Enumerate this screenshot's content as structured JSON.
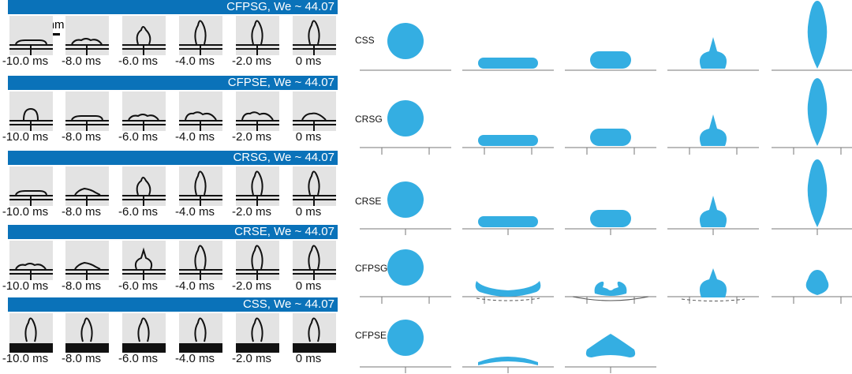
{
  "scale_bar_label": "2 mm",
  "time_labels": [
    "-10.0 ms",
    "-8.0 ms",
    "-6.0 ms",
    "-4.0 ms",
    "-2.0 ms",
    "0 ms"
  ],
  "experiment_panels": [
    {
      "title": "CFPSG, We ~ 44.07",
      "base": "double",
      "shapes": [
        "flat-puddle",
        "flat-ridge",
        "tall-blob",
        "tall-column",
        "tall-column",
        "tall-column"
      ]
    },
    {
      "title": "CFPSE, We ~ 44.07",
      "base": "double",
      "shapes": [
        "dome",
        "flat-puddle",
        "flat-ridge",
        "wavy",
        "wavy",
        "mound"
      ]
    },
    {
      "title": "CRSG, We ~ 44.07",
      "base": "double",
      "shapes": [
        "flat-puddle",
        "small-bump",
        "tall-blob",
        "tall-column",
        "tall-column",
        "tall-column"
      ]
    },
    {
      "title": "CRSE, We ~ 44.07",
      "base": "double",
      "shapes": [
        "flat-ridge",
        "small-bump",
        "peak",
        "tall-column",
        "tall-column",
        "tall-column"
      ]
    },
    {
      "title": "CSS, We ~ 44.07",
      "base": "solid",
      "shapes": [
        "tall-column",
        "tall-column",
        "tall-column",
        "tall-column",
        "tall-column",
        "tall-column"
      ]
    }
  ],
  "simulation_rows": [
    {
      "label": "CSS",
      "surface": "plain",
      "frames": [
        "sphere",
        "pancake",
        "rounded-slab",
        "onion",
        "jet"
      ]
    },
    {
      "label": "CRSG",
      "surface": "ticks",
      "frames": [
        "sphere",
        "pancake",
        "rounded-slab",
        "onion",
        "jet"
      ]
    },
    {
      "label": "CRSE",
      "surface": "center-tick",
      "frames": [
        "sphere",
        "pancake",
        "rounded-slab",
        "onion",
        "jet"
      ]
    },
    {
      "label": "CFPSG",
      "surface": "ticks",
      "frames": [
        "sphere",
        "bowl",
        "curl",
        "onion-dashed",
        "blob"
      ]
    },
    {
      "label": "CFPSE",
      "surface": "center-tick",
      "frames": [
        "sphere",
        "wedge",
        "chevron",
        "",
        ""
      ]
    }
  ],
  "colors": {
    "banner": "#0a72b9",
    "droplet": "#34aee2",
    "frame_bg": "#e3e3e3"
  }
}
